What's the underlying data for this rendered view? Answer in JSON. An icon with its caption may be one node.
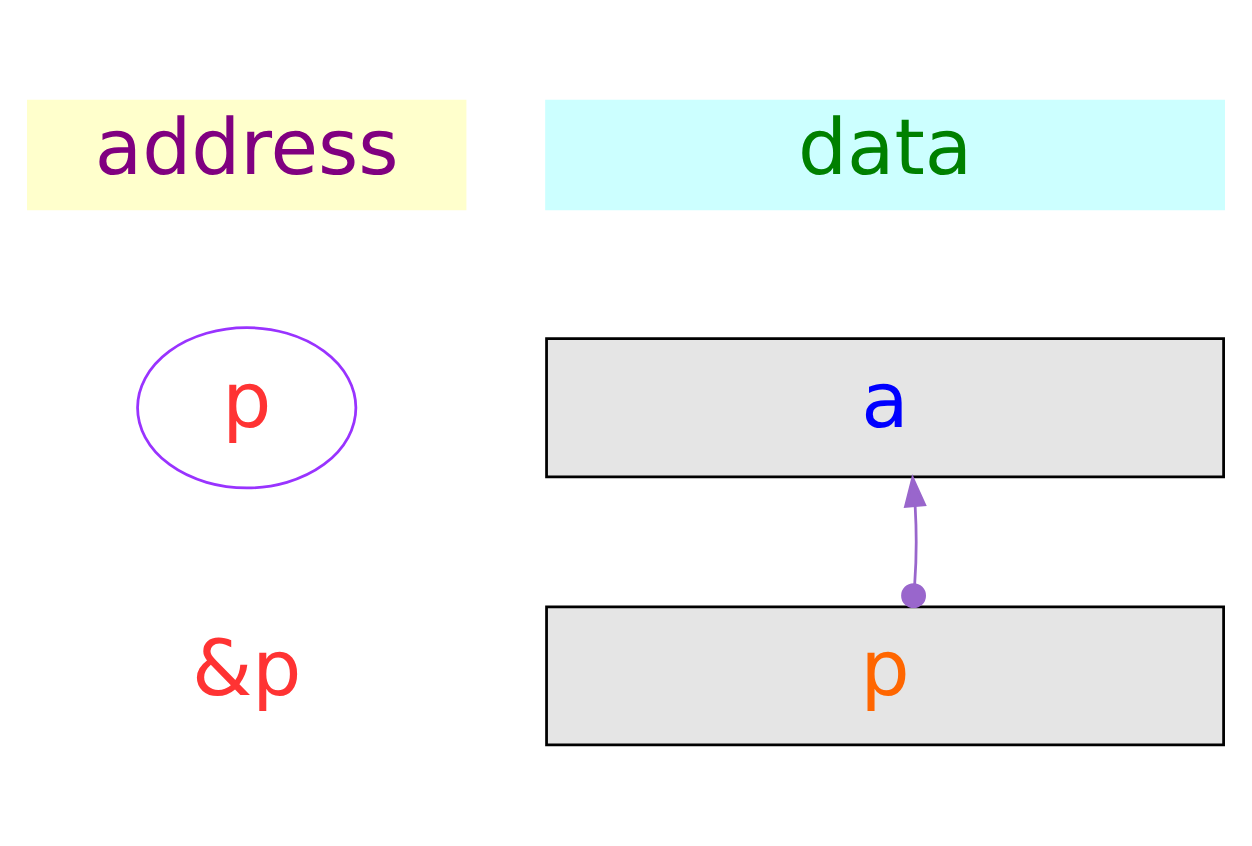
{
  "diagram": {
    "nodes": [
      {
        "text": [
          "address"
        ]
      },
      {
        "text": [
          "data"
        ]
      },
      {
        "text": [
          "p"
        ]
      },
      {
        "text": [
          "a"
        ]
      },
      {
        "text": [
          "&p"
        ]
      },
      {
        "text": [
          "p"
        ]
      }
    ],
    "edges": [
      {
        "from": 5,
        "to": 3,
        "arrow": "to",
        "color": "#9966cc"
      }
    ]
  }
}
